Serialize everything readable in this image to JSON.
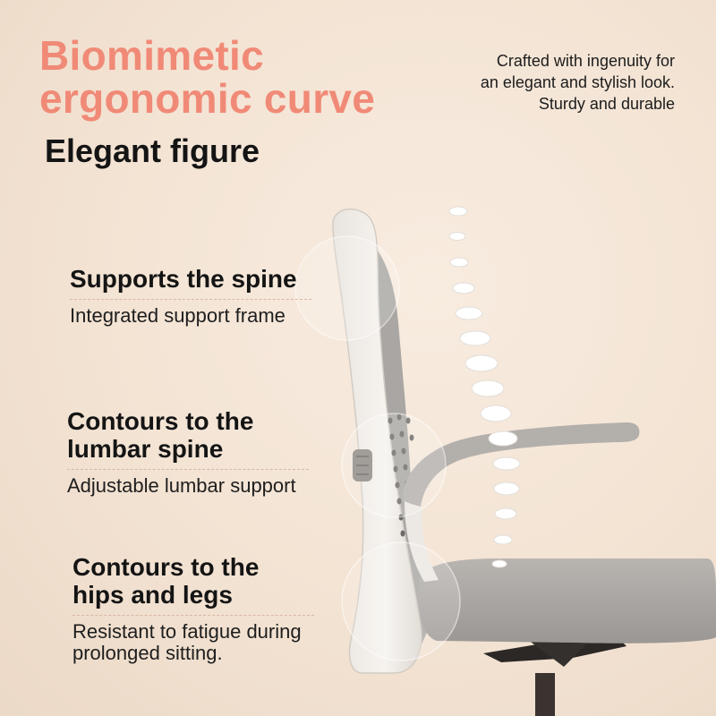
{
  "headline": {
    "line1": "Biomimetic",
    "line2": "ergonomic curve"
  },
  "subtitle": "Elegant figure",
  "tagline": {
    "line1": "Crafted with ingenuity for",
    "line2": "an elegant and stylish look.",
    "line3": "Sturdy and durable"
  },
  "features": [
    {
      "title_lines": [
        "Supports the spine"
      ],
      "desc_lines": [
        "Integrated support frame"
      ]
    },
    {
      "title_lines": [
        "Contours to the",
        "lumbar spine"
      ],
      "desc_lines": [
        "Adjustable lumbar support"
      ]
    },
    {
      "title_lines": [
        "Contours to the",
        "hips and legs"
      ],
      "desc_lines": [
        "Resistant to fatigue during",
        "prolonged sitting."
      ]
    }
  ],
  "colors": {
    "accent": "#f08a77",
    "background": "#f3e3d3",
    "text": "#141414"
  }
}
